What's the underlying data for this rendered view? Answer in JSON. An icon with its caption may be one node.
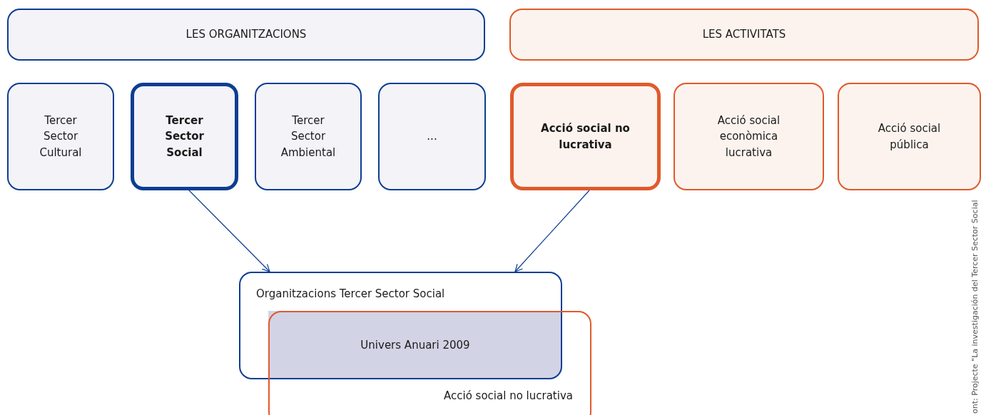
{
  "diagram": {
    "nodes": [
      {
        "text": [
          "LES ORGANITZACIONS"
        ]
      },
      {
        "text": [
          "LES ACTIVITATS"
        ]
      },
      {
        "text": [
          "Tercer Sector Cultural"
        ]
      },
      {
        "text": [
          "Tercer Sector Social"
        ]
      },
      {
        "text": [
          "Tercer Sector Ambiental"
        ]
      },
      {
        "text": [
          "..."
        ]
      },
      {
        "text": [
          "Acció social no lucrativa"
        ]
      },
      {
        "text": [
          "Acció social econòmica lucrativa"
        ]
      },
      {
        "text": [
          "Acció social pública"
        ]
      },
      {
        "text": [
          "Organitzacions Tercer Sector Social"
        ]
      },
      {
        "text": [
          "Acció social no lucrativa"
        ]
      },
      {
        "text": [
          "Univers Anuari 2009"
        ]
      }
    ],
    "edges": [
      {
        "from": 3,
        "to": 9,
        "arrow": "to"
      },
      {
        "from": 6,
        "to": 9,
        "arrow": "to"
      }
    ],
    "labels": [
      "ont: Projecte \"La investigación del Tercer Sector Social"
    ]
  }
}
